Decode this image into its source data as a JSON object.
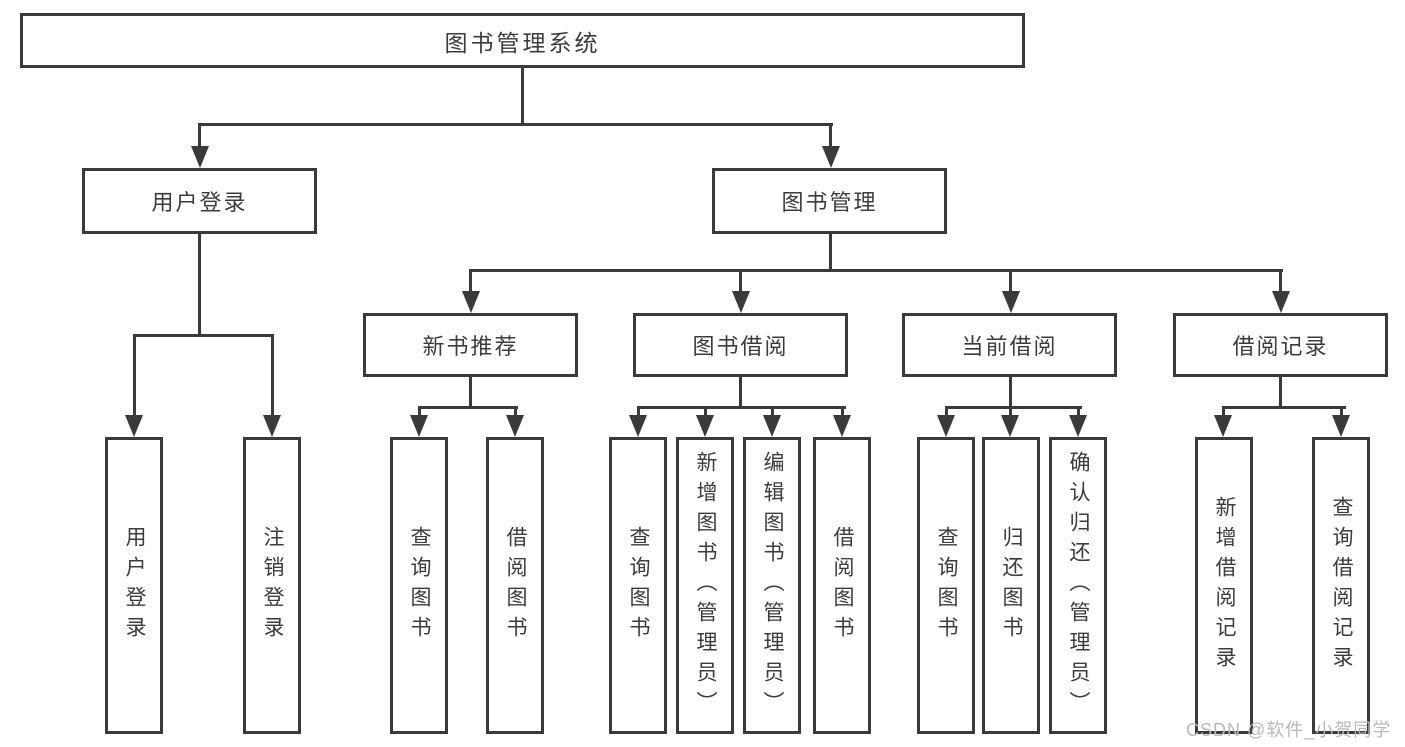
{
  "diagram": {
    "type": "hierarchy-tree",
    "root": {
      "label": "图书管理系统",
      "children": [
        {
          "label": "用户登录",
          "children": [
            {
              "label": "用户登录"
            },
            {
              "label": "注销登录"
            }
          ]
        },
        {
          "label": "图书管理",
          "children": [
            {
              "label": "新书推荐",
              "children": [
                {
                  "label": "查询图书"
                },
                {
                  "label": "借阅图书"
                }
              ]
            },
            {
              "label": "图书借阅",
              "children": [
                {
                  "label": "查询图书"
                },
                {
                  "label": "新增图书（管理员）"
                },
                {
                  "label": "编辑图书（管理员）"
                },
                {
                  "label": "借阅图书"
                }
              ]
            },
            {
              "label": "当前借阅",
              "children": [
                {
                  "label": "查询图书"
                },
                {
                  "label": "归还图书"
                },
                {
                  "label": "确认归还（管理员）"
                }
              ]
            },
            {
              "label": "借阅记录",
              "children": [
                {
                  "label": "新增借阅记录"
                },
                {
                  "label": "查询借阅记录"
                }
              ]
            }
          ]
        }
      ]
    }
  },
  "watermark": {
    "text": "CSDN @软件_小贺同学",
    "color": "#b9b9b9"
  },
  "colors": {
    "line": "#3a3a3a",
    "box_border": "#3a3a3a",
    "text": "#3c3c3c",
    "background": "#ffffff"
  }
}
